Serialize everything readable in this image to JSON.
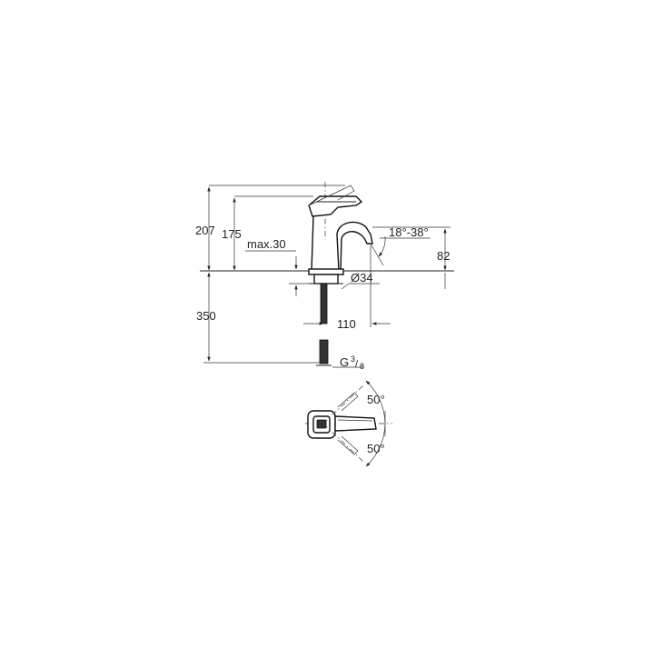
{
  "dimensions": {
    "total_height": "207",
    "lever_height": "175",
    "max_deck": "max.30",
    "spout_angle": "18°-38°",
    "spout_height": "82",
    "hole_diameter": "Ø34",
    "tail_length": "350",
    "spout_reach": "110",
    "thread_main": "G",
    "thread_num": "3",
    "thread_den": "8",
    "rot_angle_top": "50°",
    "rot_angle_bottom": "50°"
  },
  "colors": {
    "line": "#222222",
    "background": "#ffffff"
  }
}
